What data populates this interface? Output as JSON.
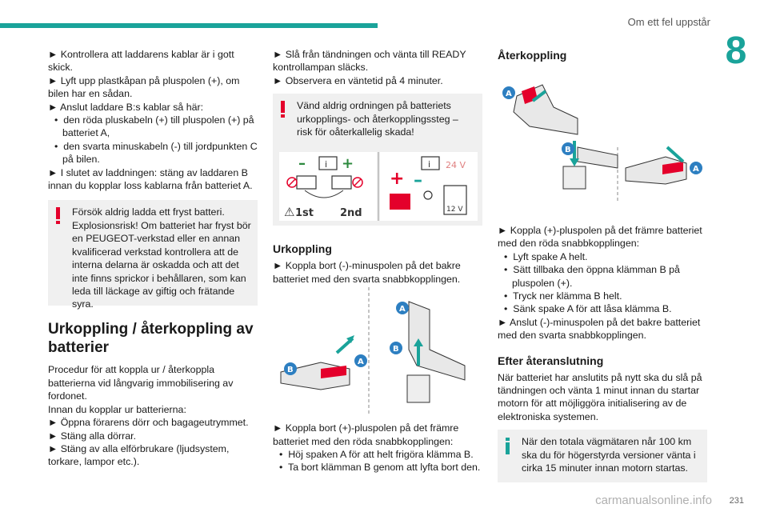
{
  "header": {
    "title": "Om ett fel uppstår",
    "chapter": "8"
  },
  "col1": {
    "lines": [
      "► Kontrollera att laddarens kablar är i gott skick.",
      "► Lyft upp plastkåpan på pluspolen (+), om bilen har en sådan.",
      "► Anslut laddare B:s kablar så här:"
    ],
    "sub1": "den röda pluskabeln (+) till pluspolen (+) på batteriet A,",
    "sub2": "den svarta minuskabeln (-) till jordpunkten C på bilen.",
    "line4": "► I slutet av laddningen: stäng av laddaren B innan du kopplar loss kablarna från batteriet A.",
    "warning": "Försök aldrig ladda ett fryst batteri. Explosionsrisk! Om batteriet har fryst bör en PEUGEOT-verkstad eller en annan kvalificerad verkstad kontrollera att de interna delarna är oskadda och att det inte finns sprickor i behållaren, som kan leda till läckage av giftig och frätande syra.",
    "section_title": "Urkoppling / återkoppling av batterier",
    "intro1": "Procedur för att koppla ur / återkoppla batterierna vid långvarig immobilisering av fordonet.",
    "intro2": "Innan du kopplar ur batterierna:",
    "step1": "► Öppna förarens dörr och bagageutrymmet.",
    "step2": "► Stäng alla dörrar.",
    "step3": "► Stäng av alla elförbrukare (ljudsystem, torkare, lampor etc.)."
  },
  "col2": {
    "line1": "► Slå från tändningen och vänta till READY kontrollampan släcks.",
    "line2": "► Observera en väntetid på 4 minuter.",
    "warning": "Vänd aldrig ordningen på batteriets urkopplings- och återkopplingssteg – risk för oåterkallelig skada!",
    "fig": {
      "first": "1st",
      "second": "2nd",
      "volt24": "24 V",
      "volt12": "12 V",
      "info_i": "i"
    },
    "heading": "Urkoppling",
    "text1": "► Koppla bort (-)-minuspolen på det bakre batteriet med den svarta snabbkopplingen.",
    "labels": {
      "a": "A",
      "b": "B"
    },
    "text2": "► Koppla bort (+)-pluspolen på det främre batteriet med den röda snabbkopplingen:",
    "sub1": "Höj spaken A för att helt frigöra klämma B.",
    "sub2": "Ta bort klämman B genom att lyfta bort den."
  },
  "col3": {
    "heading": "Återkoppling",
    "labels": {
      "a": "A",
      "b": "B"
    },
    "text1": "► Koppla (+)-pluspolen på det främre batteriet med den röda snabbkopplingen:",
    "sub1": "Lyft spake A helt.",
    "sub2": "Sätt tillbaka den öppna klämman B på pluspolen (+).",
    "sub3": "Tryck ner klämma B helt.",
    "sub4": "Sänk spake A för att låsa klämma B.",
    "text2": "► Anslut (-)-minuspolen på det bakre batteriet med den svarta snabbkopplingen.",
    "heading2": "Efter återanslutning",
    "para": "När batteriet har anslutits på nytt ska du slå på tändningen och vänta 1 minut innan du startar motorn för att möjliggöra initialisering av de elektroniska systemen.",
    "info": "När den totala vägmätaren når 100 km ska du för högerstyrda versioner vänta i cirka 15 minuter innan motorn startas."
  },
  "footer": {
    "page": "231",
    "watermark": "carmanualsonline.info"
  },
  "colors": {
    "accent": "#1aa39a",
    "warning": "#e4002b",
    "label_blue": "#2d7fc1",
    "label_red": "#e4002b"
  }
}
